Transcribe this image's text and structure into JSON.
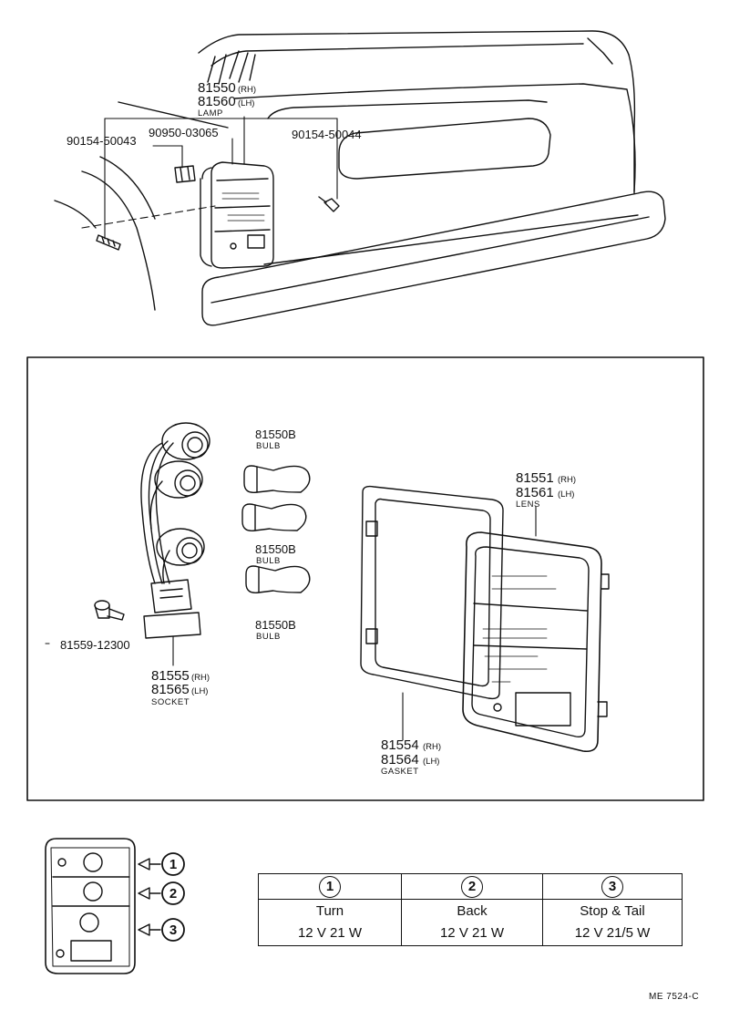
{
  "top": {
    "lamp_rh": "81550",
    "lamp_rh_sfx": "(RH)",
    "lamp_lh": "81560",
    "lamp_lh_sfx": "(LH)",
    "lamp_name": "LAMP",
    "clip": "90950-03065",
    "screw_left": "90154-50043",
    "screw_right": "90154-50044"
  },
  "detail": {
    "bulb1_pn": "81550B",
    "bulb1_name": "BULB",
    "bulb2_pn": "81550B",
    "bulb2_name": "BULB",
    "bulb3_pn": "81550B",
    "bulb3_name": "BULB",
    "screw": "81559-12300",
    "socket_rh": "81555",
    "socket_rh_sfx": "(RH)",
    "socket_lh": "81565",
    "socket_lh_sfx": "(LH)",
    "socket_name": "SOCKET",
    "lens_rh": "81551",
    "lens_rh_sfx": "(RH)",
    "lens_lh": "81561",
    "lens_lh_sfx": "(LH)",
    "lens_name": "LENS",
    "gasket_rh": "81554",
    "gasket_rh_sfx": "(RH)",
    "gasket_lh": "81564",
    "gasket_lh_sfx": "(LH)",
    "gasket_name": "GASKET"
  },
  "key": {
    "markers": [
      "1",
      "2",
      "3"
    ]
  },
  "table": {
    "headers": [
      "1",
      "2",
      "3"
    ],
    "functions": [
      "Turn",
      "Back",
      "Stop & Tail"
    ],
    "ratings": [
      "12 V 21 W",
      "12 V 21 W",
      "12 V 21/5 W"
    ]
  },
  "drawing_code": "ME 7524-C"
}
